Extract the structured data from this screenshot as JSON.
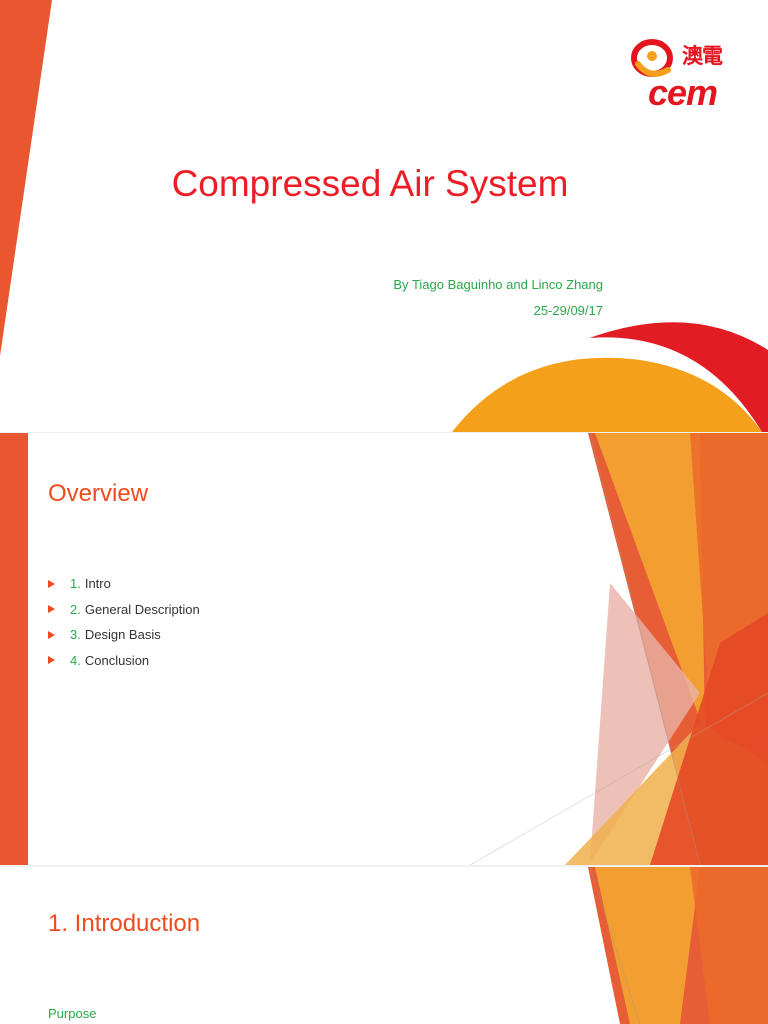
{
  "slide1": {
    "title": "Compressed Air System",
    "byline": "By Tiago Baguinho and Linco Zhang",
    "date": "25-29/09/17",
    "logo": {
      "chinese": "澳電",
      "english": "cem"
    }
  },
  "slide2": {
    "title": "Overview",
    "items": [
      {
        "num": "1.",
        "label": "Intro"
      },
      {
        "num": "2.",
        "label": "General Description"
      },
      {
        "num": "3.",
        "label": "Design Basis"
      },
      {
        "num": "4.",
        "label": "Conclusion"
      }
    ]
  },
  "slide3": {
    "title": "1. Introduction",
    "subtitle": "Purpose"
  },
  "colors": {
    "title_red": "#ee1c25",
    "heading_orange": "#ee4b1e",
    "accent_green": "#2aa84a",
    "arc_yellow": "#f5a01a",
    "arc_red": "#e21c23"
  }
}
